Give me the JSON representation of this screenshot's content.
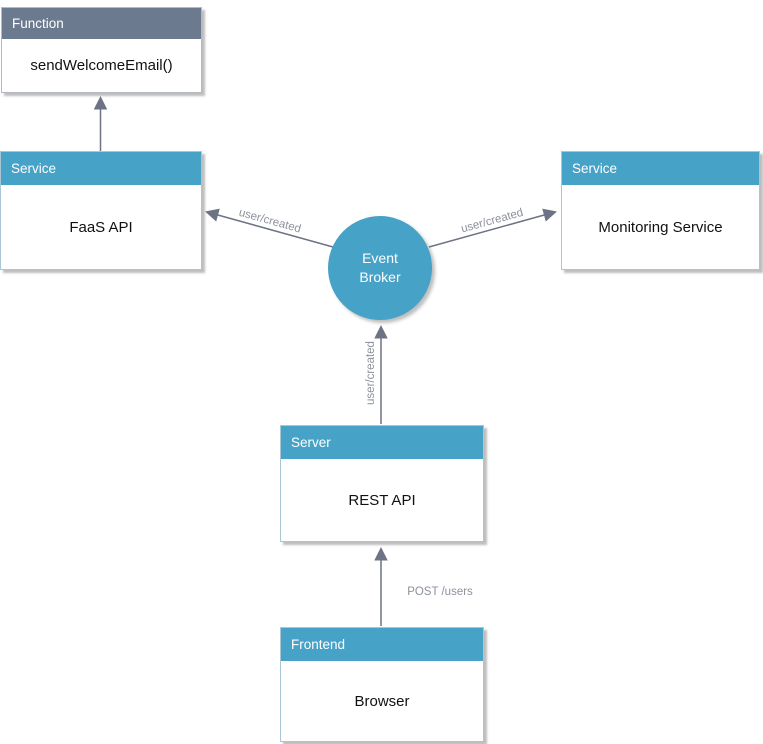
{
  "diagram": {
    "type": "architecture-diagram",
    "colors": {
      "node_header_blue": "#46a2c6",
      "node_header_gray": "#6b7a8e",
      "node_body_bg": "#ffffff",
      "arrow": "#6d7385",
      "edge_label_text": "#8c919c",
      "header_text": "#ffffff",
      "body_text": "#111111"
    },
    "nodes": {
      "function": {
        "header": "Function",
        "body": "sendWelcomeEmail()"
      },
      "faas": {
        "header": "Service",
        "body": "FaaS API"
      },
      "monitoring": {
        "header": "Service",
        "body": "Monitoring Service"
      },
      "broker": {
        "line1": "Event",
        "line2": "Broker"
      },
      "server": {
        "header": "Server",
        "body": "REST API"
      },
      "frontend": {
        "header": "Frontend",
        "body": "Browser"
      }
    },
    "edges": {
      "broker_to_faas": "user/created",
      "broker_to_monitoring": "user/created",
      "server_to_broker": "user/created",
      "frontend_to_server": "POST /users",
      "faas_to_function": ""
    }
  }
}
